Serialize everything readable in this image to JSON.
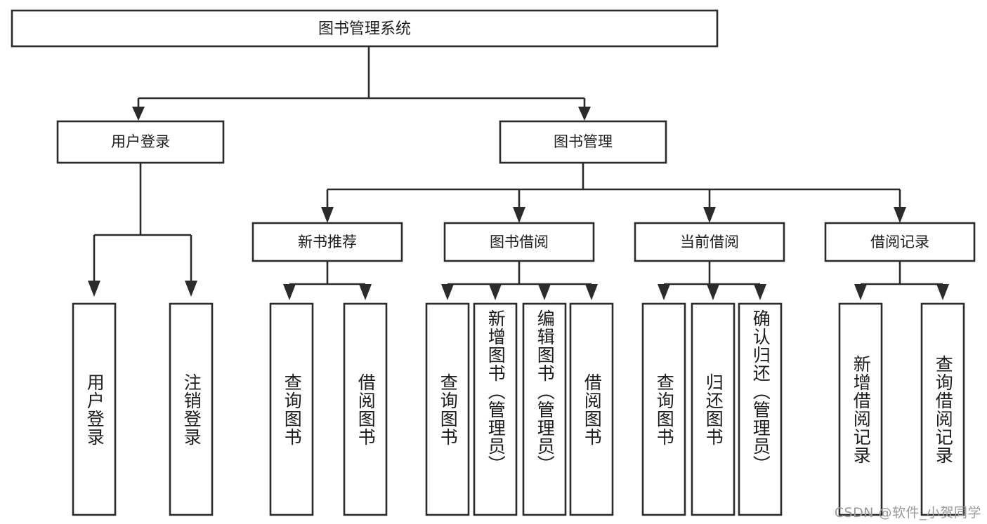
{
  "diagram": {
    "title": "图书管理系统",
    "watermark": "CSDN @软件_小贺同学",
    "colors": {
      "stroke": "#2b2b2b",
      "fill": "#ffffff",
      "text": "#1c1c1c",
      "watermark": "#9a9a9a"
    },
    "root": {
      "id": "root",
      "label": "图书管理系统"
    },
    "level2": [
      {
        "id": "user-login",
        "label": "用户登录"
      },
      {
        "id": "book-manage",
        "label": "图书管理"
      }
    ],
    "level3": [
      {
        "id": "new-book-recommend",
        "label": "新书推荐"
      },
      {
        "id": "book-borrow",
        "label": "图书借阅"
      },
      {
        "id": "current-borrow",
        "label": "当前借阅"
      },
      {
        "id": "borrow-record",
        "label": "借阅记录"
      }
    ],
    "leaves": {
      "user-login": [
        {
          "id": "leaf-user-login",
          "label": "用户登录"
        },
        {
          "id": "leaf-logout-login",
          "label": "注销登录"
        }
      ],
      "new-book-recommend": [
        {
          "id": "leaf-query-book-1",
          "label": "查询图书"
        },
        {
          "id": "leaf-borrow-book-1",
          "label": "借阅图书"
        }
      ],
      "book-borrow": [
        {
          "id": "leaf-query-book-2",
          "label": "查询图书"
        },
        {
          "id": "leaf-add-book",
          "label": "新增图书（管理员）"
        },
        {
          "id": "leaf-edit-book",
          "label": "编辑图书（管理员）"
        },
        {
          "id": "leaf-borrow-book-2",
          "label": "借阅图书"
        }
      ],
      "current-borrow": [
        {
          "id": "leaf-query-book-3",
          "label": "查询图书"
        },
        {
          "id": "leaf-return-book",
          "label": "归还图书"
        },
        {
          "id": "leaf-confirm-return",
          "label": "确认归还（管理员）"
        }
      ],
      "borrow-record": [
        {
          "id": "leaf-add-record",
          "label": "新增借阅记录"
        },
        {
          "id": "leaf-query-record",
          "label": "查询借阅记录"
        }
      ]
    }
  }
}
